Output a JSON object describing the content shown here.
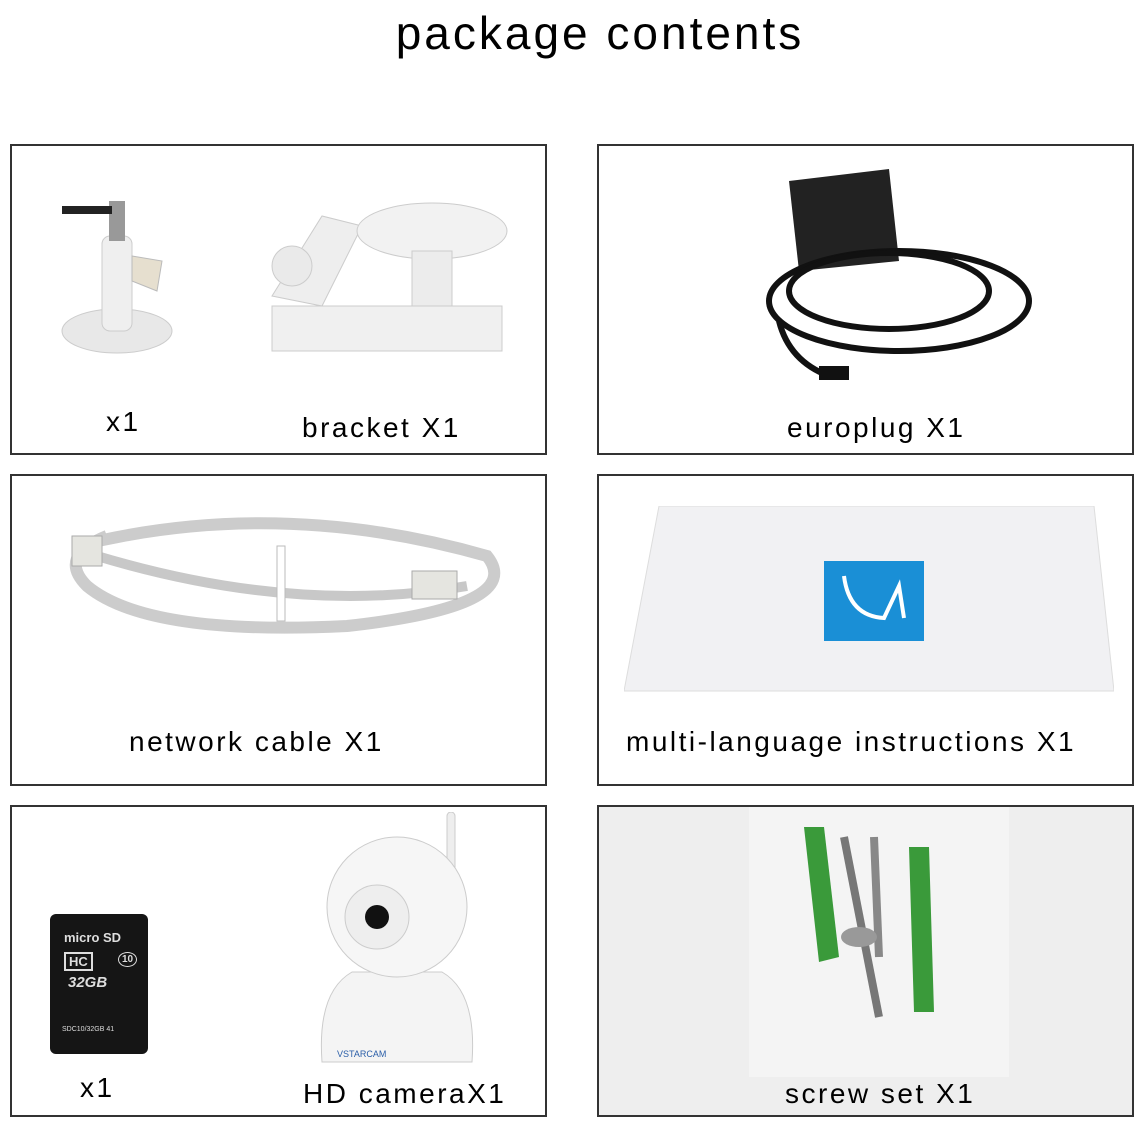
{
  "title": "package contents",
  "panels": {
    "brackets": {
      "small_label": "x1",
      "label": "bracket X1"
    },
    "europlug": {
      "label": "europlug X1"
    },
    "cable": {
      "label": "network cable X1"
    },
    "instructions": {
      "label": "multi-language instructions X1"
    },
    "camera": {
      "sd_label": "x1",
      "label": "HD cameraX1",
      "sd_text": {
        "brand": "micro SD",
        "type": "HC",
        "capacity": "32GB",
        "class": "10",
        "code": "SDC10/32GB 41"
      },
      "camera_brand": "VSTARCAM"
    },
    "screws": {
      "label": "screw set X1"
    }
  },
  "colors": {
    "instruction_logo": "#1a8fd6",
    "anchors": "#3a9a3a",
    "border": "#333333"
  }
}
